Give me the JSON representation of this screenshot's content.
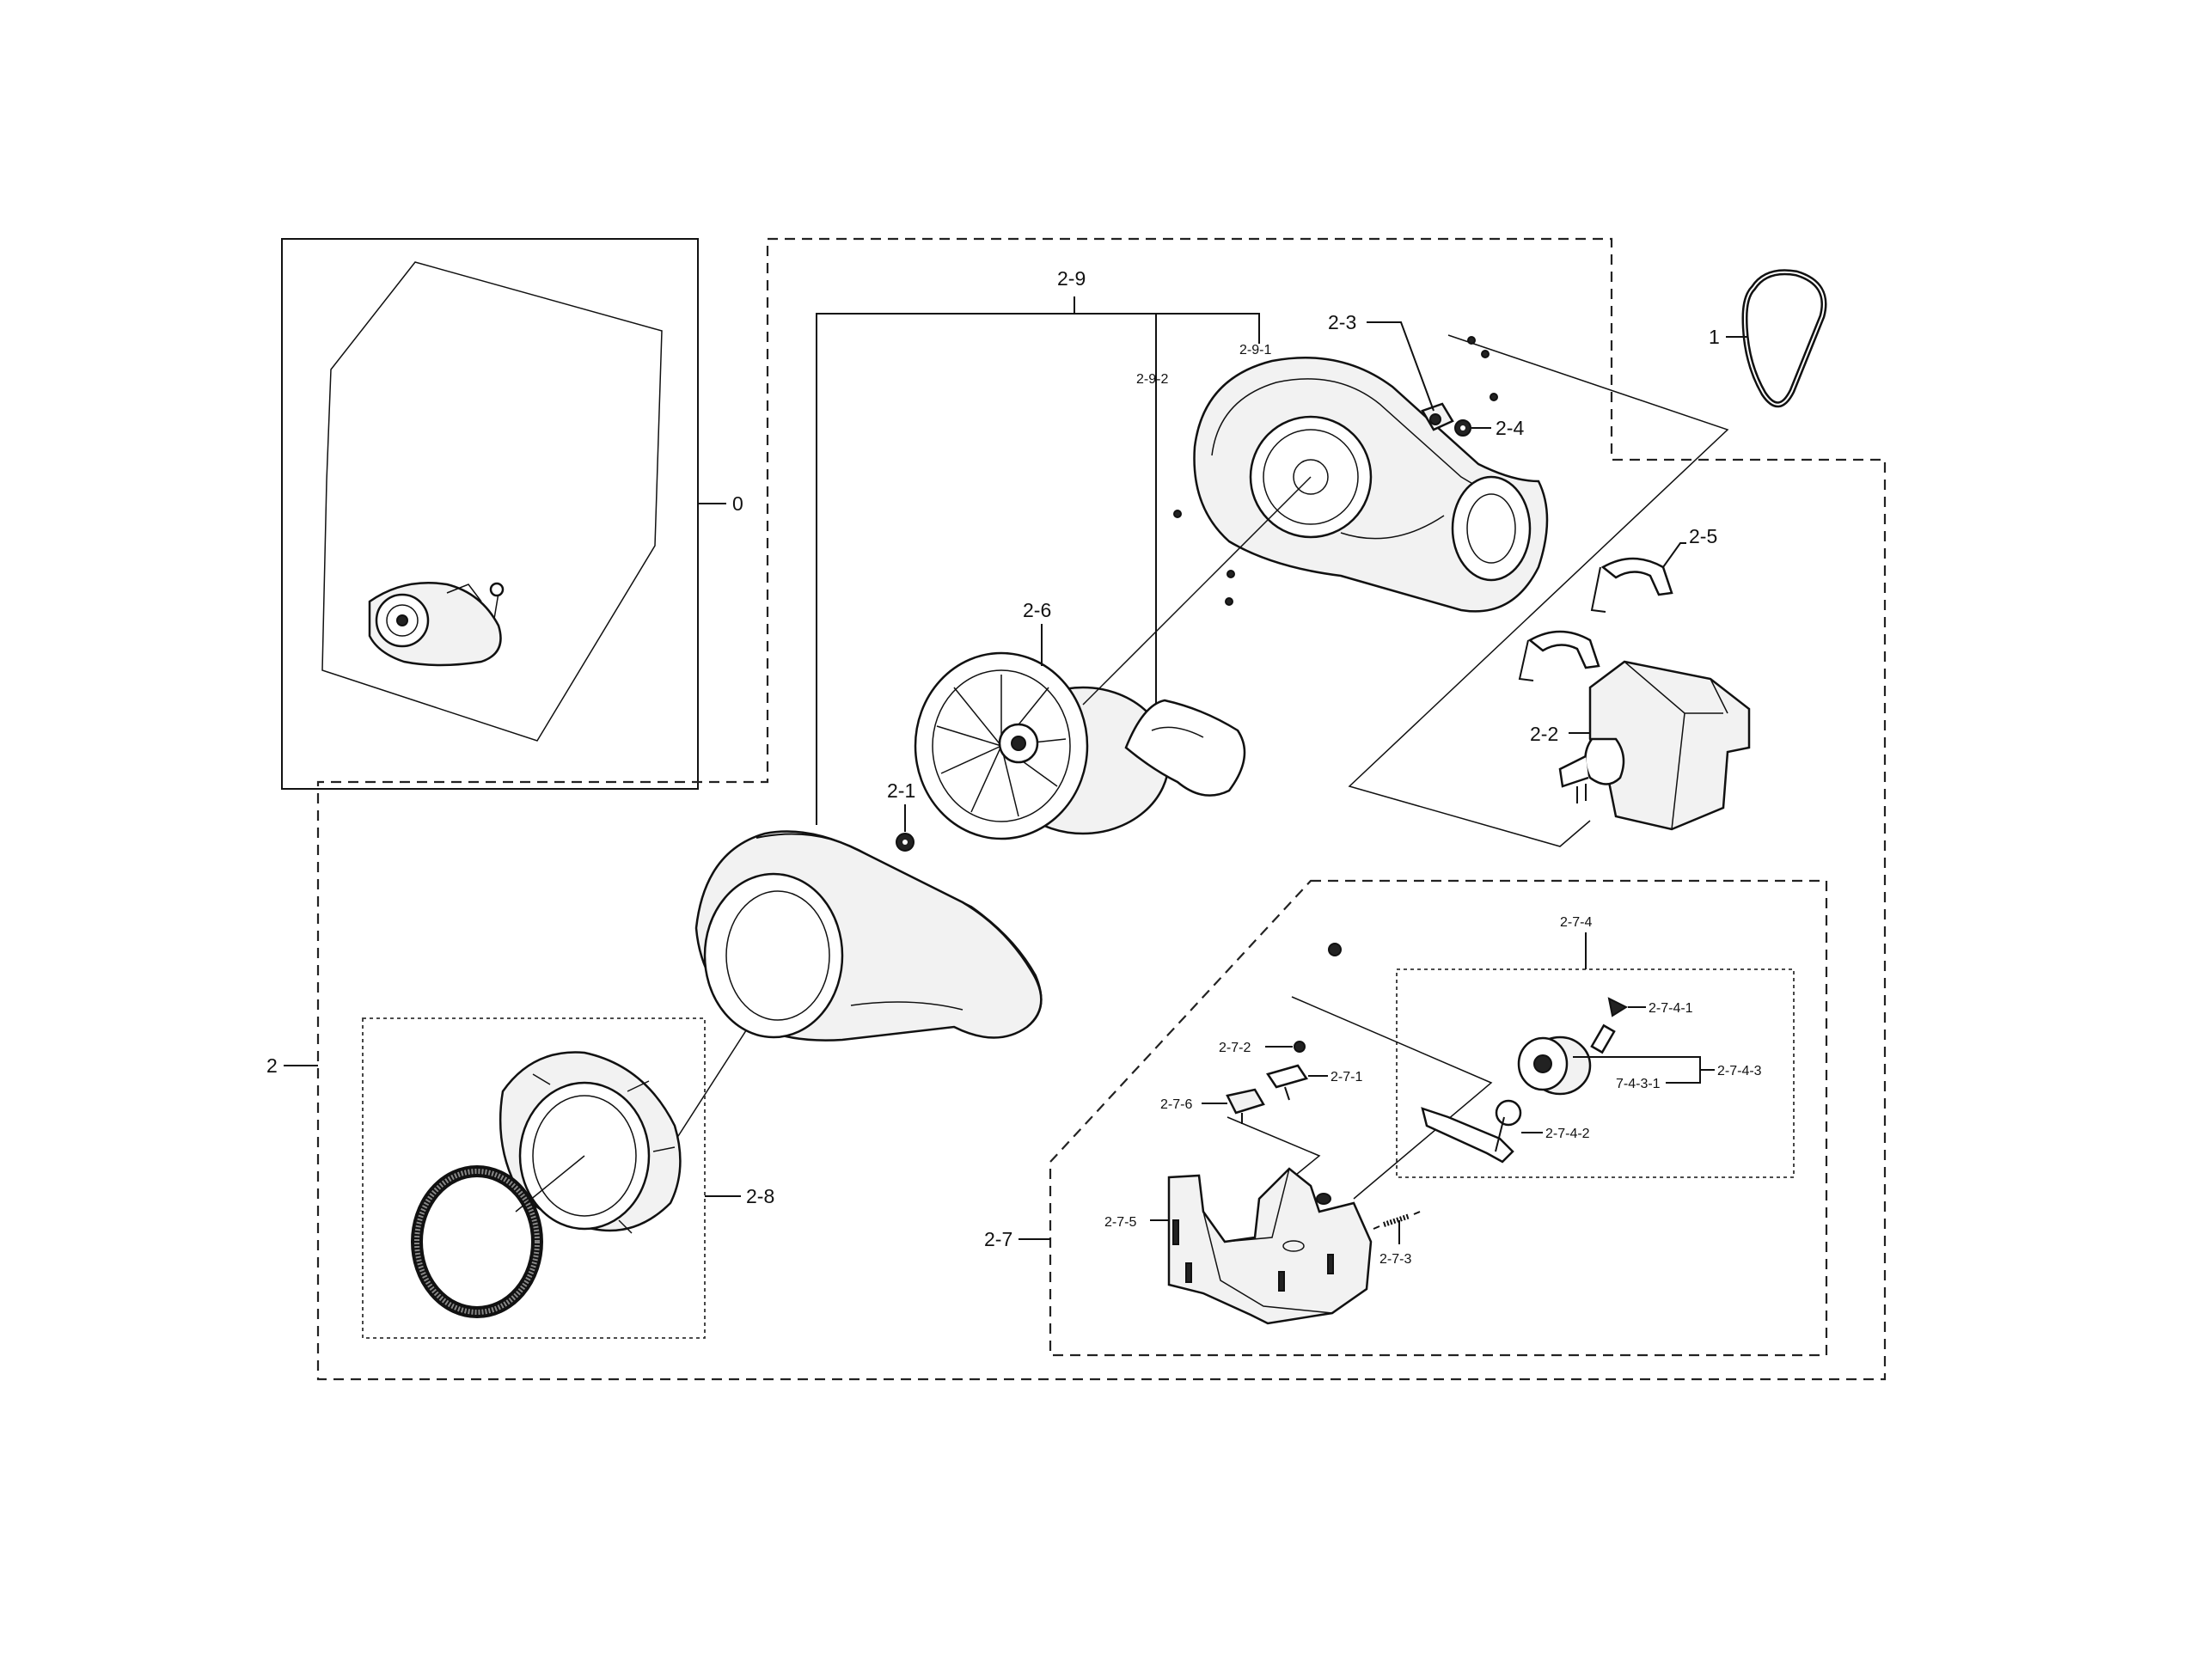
{
  "labels": {
    "l0": "0",
    "l1": "1",
    "l2": "2",
    "l2_1": "2-1",
    "l2_2": "2-2",
    "l2_3": "2-3",
    "l2_4": "2-4",
    "l2_5": "2-5",
    "l2_6": "2-6",
    "l2_7": "2-7",
    "l2_7_1": "2-7-1",
    "l2_7_2": "2-7-2",
    "l2_7_3": "2-7-3",
    "l2_7_4": "2-7-4",
    "l2_7_4_1": "2-7-4-1",
    "l2_7_4_2": "2-7-4-2",
    "l2_7_4_3": "2-7-4-3",
    "l7_4_3_1": "7-4-3-1",
    "l2_7_5": "2-7-5",
    "l2_7_6": "2-7-6",
    "l2_8": "2-8",
    "l2_9": "2-9",
    "l2_9_1": "2-9-1",
    "l2_9_2": "2-9-2"
  }
}
